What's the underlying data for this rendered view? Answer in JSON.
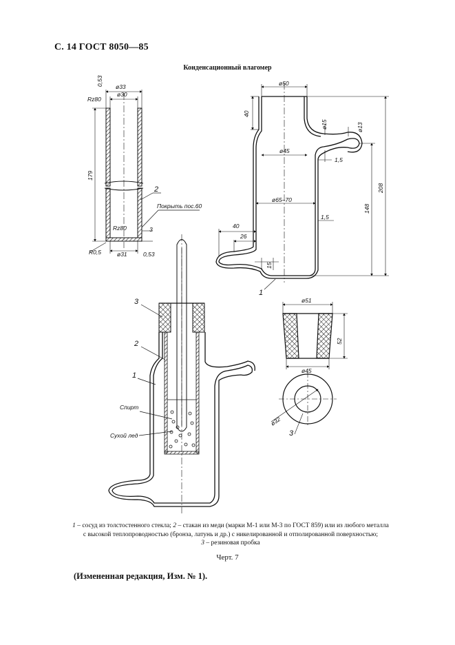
{
  "header": {
    "text": "С. 14 ГОСТ 8050—85"
  },
  "figure": {
    "title": "Конденсационный влагомер"
  },
  "tube_drawing": {
    "dims": {
      "outer_d": "ø33",
      "inner_d": "ø30",
      "wall": "0,53",
      "rough_top": "Rz80",
      "length": "179",
      "rough_bottom": "Rz80",
      "bottom_d": "ø31",
      "radius": "R0,5",
      "bottom_wall": "0,53",
      "three": "3"
    },
    "callout_2": "2",
    "note": "Покрыть пос.60"
  },
  "vessel_drawing": {
    "dims": {
      "top_d": "ø50",
      "neck_h": "40",
      "side_d": "ø15",
      "side_d2": "ø13",
      "inner_d": "ø45",
      "wall1": "1,5",
      "body_d": "ø65–70",
      "h_total": "208",
      "h_side": "148",
      "wall2": "1,5",
      "spout_l1": "40",
      "spout_l2": "26",
      "bottom_h": "15"
    },
    "callout_1": "1"
  },
  "stopper_drawing": {
    "dims": {
      "top_d": "ø51",
      "height": "52",
      "bottom_d": "ø45",
      "hole_d": "ø32"
    },
    "callout_3": "3"
  },
  "assembly_drawing": {
    "callouts": {
      "c3": "3",
      "c2": "2",
      "c1": "1"
    },
    "labels": {
      "alcohol": "Спирт",
      "dry_ice": "Сухой лед"
    }
  },
  "caption": {
    "n1": "1",
    "t1": " – сосуд из толстостенного стекла; ",
    "n2": "2",
    "t2": " – стакан из меди (марки М-1 или М-3 по ГОСТ 859) или из любого металла",
    "line2": "с высокой теплопроводностью (бронза, латунь и др.) с никелированной и отполированной поверхностью;",
    "n3": "3",
    "t3": " – резиновая пробка"
  },
  "chart_label": "Черт. 7",
  "edition_note": "(Измененная редакция, Изм. № 1)."
}
